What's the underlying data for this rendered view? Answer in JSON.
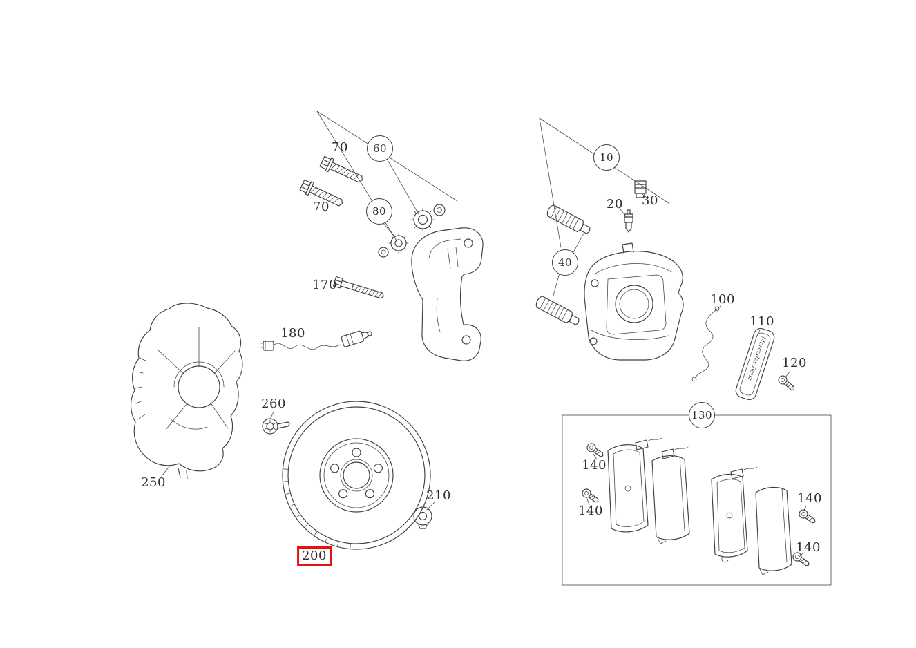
{
  "diagram": {
    "description": "Exploded parts diagram of a front disc brake assembly",
    "line_color": "#3f3f3f",
    "highlight_color": "#e81010",
    "background": "#ffffff",
    "shim_text": "Mercedes-Benz",
    "callouts": [
      {
        "part": "70",
        "style": "plain"
      },
      {
        "part": "60",
        "style": "circled"
      },
      {
        "part": "70",
        "style": "plain"
      },
      {
        "part": "80",
        "style": "circled"
      },
      {
        "part": "170",
        "style": "plain"
      },
      {
        "part": "180",
        "style": "plain"
      },
      {
        "part": "260",
        "style": "plain"
      },
      {
        "part": "250",
        "style": "plain"
      },
      {
        "part": "200",
        "style": "boxed-red-highlight"
      },
      {
        "part": "210",
        "style": "plain"
      },
      {
        "part": "10",
        "style": "circled"
      },
      {
        "part": "20",
        "style": "plain"
      },
      {
        "part": "30",
        "style": "plain"
      },
      {
        "part": "40",
        "style": "circled"
      },
      {
        "part": "100",
        "style": "plain"
      },
      {
        "part": "110",
        "style": "plain"
      },
      {
        "part": "120",
        "style": "plain"
      },
      {
        "part": "130",
        "style": "circled"
      },
      {
        "part": "140",
        "style": "plain"
      },
      {
        "part": "140",
        "style": "plain"
      },
      {
        "part": "140",
        "style": "plain"
      },
      {
        "part": "140",
        "style": "plain"
      }
    ]
  }
}
